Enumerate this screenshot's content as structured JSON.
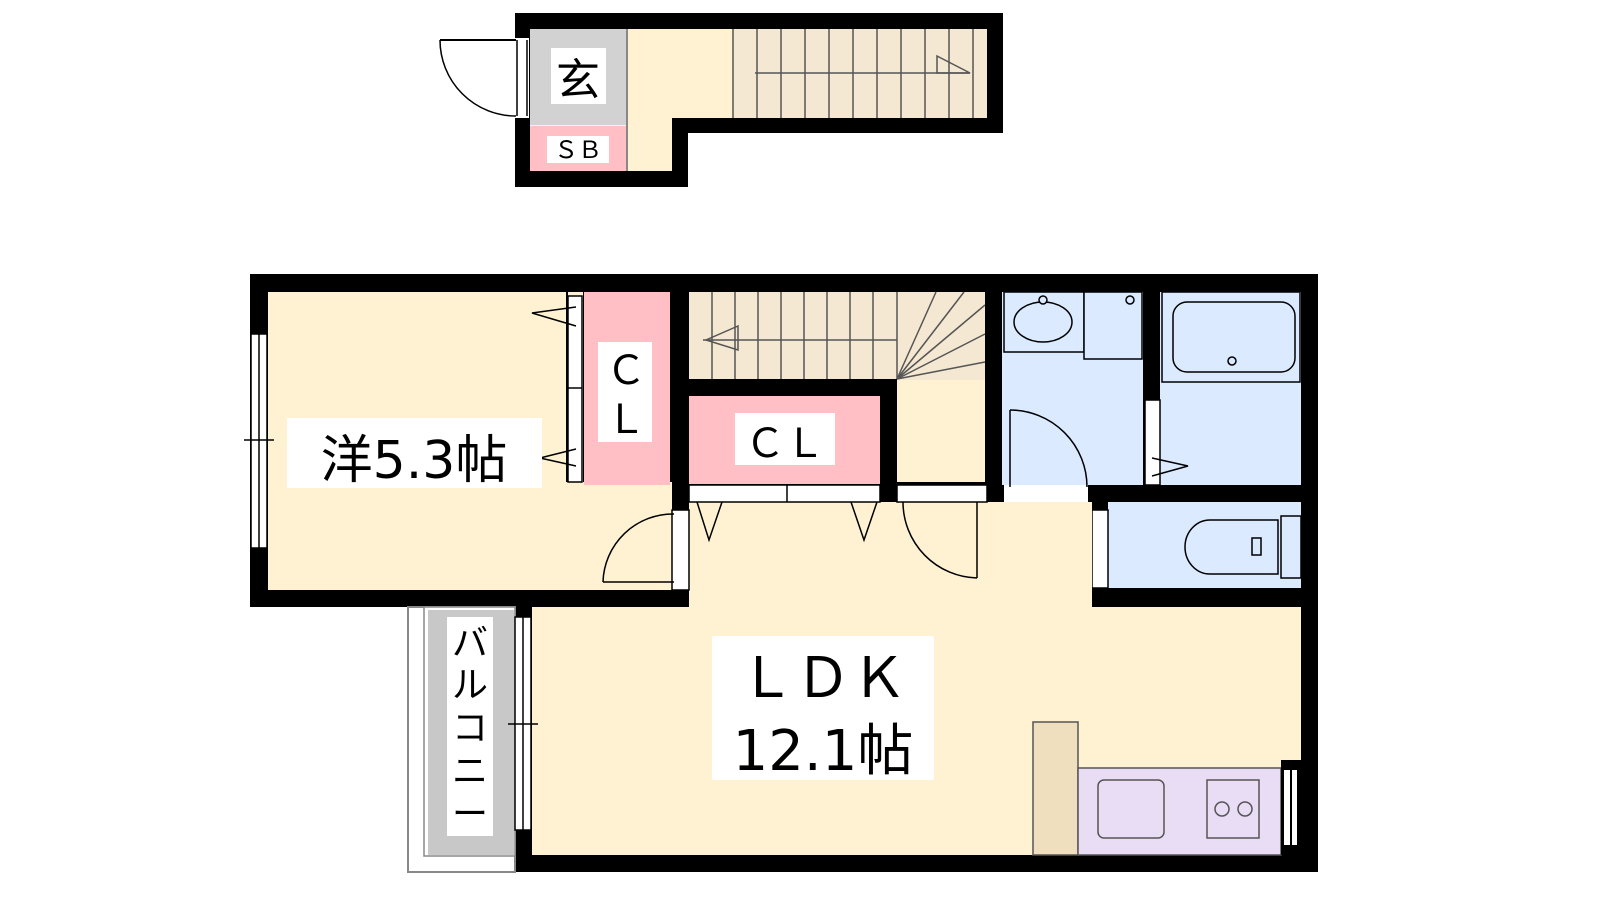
{
  "labels": {
    "genkan": "玄",
    "shoe_box": "ＳＢ",
    "western_room": "洋5.3帖",
    "closet_vertical": [
      "Ｃ",
      "Ｌ"
    ],
    "closet_horizontal": "ＣＬ",
    "ldk_name": "ＬＤＫ",
    "ldk_size": "12.1帖",
    "balcony": [
      "バ",
      "ル",
      "コ",
      "ニ",
      "ー"
    ]
  },
  "colors": {
    "wall": "#000000",
    "floor": "#fff2d2",
    "entrance_floor": "#d2d2d2",
    "closet": "#ffbfc4",
    "wet_area": "#dbeaff",
    "kitchen": "#e9dcf5",
    "stairs": "#f5e8d2",
    "counter": "#f0dfbf",
    "balcony_floor": "#c8c8c8"
  }
}
